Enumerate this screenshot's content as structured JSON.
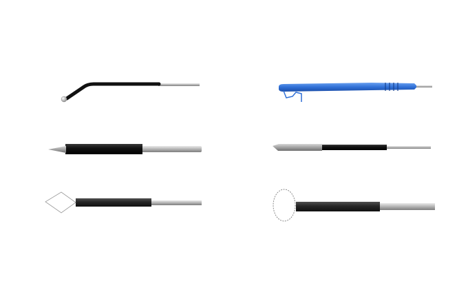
{
  "figure": {
    "background": "#ffffff",
    "items": [
      {
        "id": "bent-ball-electrode",
        "icon": "ball-electrode-icon",
        "colors": {
          "sleeve": "#111111",
          "shaft": "#c9c9c9",
          "tip": "#d9d9d9"
        }
      },
      {
        "id": "blue-pencil-handle",
        "icon": "electrosurgical-pencil-icon",
        "colors": {
          "body": "#2f6fd6",
          "shaft": "#c9c9c9"
        }
      },
      {
        "id": "needle-electrode",
        "icon": "needle-electrode-icon",
        "colors": {
          "sleeve": "#151515",
          "shaft": "#b5b5b5",
          "tip": "#7a7a7a"
        }
      },
      {
        "id": "blade-electrode",
        "icon": "blade-electrode-icon",
        "colors": {
          "sleeve": "#151515",
          "shaft": "#b5b5b5",
          "blade": "#9a9a9a"
        }
      },
      {
        "id": "diamond-loop-electrode",
        "icon": "diamond-loop-icon",
        "colors": {
          "sleeve": "#222222",
          "shaft": "#b5b5b5",
          "wire": "#9a9a9a"
        }
      },
      {
        "id": "round-loop-electrode",
        "icon": "round-loop-icon",
        "colors": {
          "sleeve": "#222222",
          "shaft": "#b5b5b5",
          "wire": "#8a8a8a"
        }
      }
    ]
  }
}
